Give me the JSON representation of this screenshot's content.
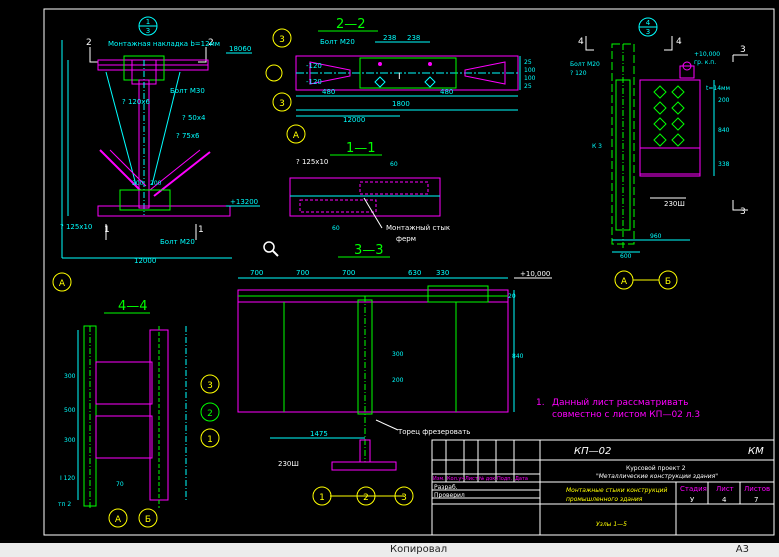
{
  "colors": {
    "background": "#000000",
    "frame": "#ffffff",
    "dimension": "#00ffff",
    "member": "#ff00ff",
    "plate": "#00ff00",
    "axis": "#ffff00",
    "text_magenta": "#ff00ff",
    "text_yellow": "#ffff00"
  },
  "views": {
    "node_left": {
      "marker_num": "1",
      "marker_den": "3",
      "cut_a": "2",
      "cut_b": "2",
      "cut_bottom_a": "1",
      "cut_bottom_b": "1",
      "label_plate": "Монтажная накладка b=12мм",
      "label_elev_top": "18060",
      "label_bolt_top": "Болт М30",
      "label_pipe1": "? 120х6",
      "label_pipe2": "? 50х4",
      "label_pipe3": "? 75х6",
      "label_angle": "? 125х10",
      "label_elev_bottom": "+13200",
      "label_bolt_bottom": "Болт М20",
      "dim_a": "200",
      "dim_b": "200",
      "span": "12000",
      "axis": "А"
    },
    "section_2_2": {
      "title": "2—2",
      "dim_top_1": "238",
      "dim_top_2": "238",
      "bolt": "Болт М20",
      "left_a": "-120",
      "left_b": "-120",
      "dim_right_1": "25",
      "dim_right_2": "100",
      "dim_right_3": "100",
      "dim_right_4": "25",
      "dim_mid_1": "480",
      "dim_mid_2": "480",
      "dim_bottom": "1800",
      "span": "12000",
      "axis_a": "3",
      "axis_b": "3",
      "axis_c": "А"
    },
    "section_1_1": {
      "title": "1—1",
      "label_angle": "? 125х10",
      "dim_top": "60",
      "dim_bottom": "60",
      "label_joint": "Монтажный стык",
      "label_joint2": "ферм"
    },
    "section_4_4_right": {
      "marker_num": "4",
      "marker_den": "3",
      "cut_a": "4",
      "cut_b": "4",
      "cut_c": "3",
      "cut_d": "3",
      "label_elev": "+10,000",
      "label_ref": "гр. к.п.",
      "label_bolt": "Болт М20",
      "label_t": "t=14мм",
      "label_pipe": "? 120",
      "dim_1": "200",
      "dim_2": "840",
      "dim_3": "338",
      "dim_4": "960",
      "dim_5": "600",
      "label_k": "К 3",
      "label_col": "230Ш",
      "axis_a": "А",
      "axis_b": "Б"
    },
    "section_3_3": {
      "title": "3—3",
      "dims": [
        "700",
        "700",
        "700",
        "630",
        "330"
      ],
      "label_elev": "+10,000",
      "dim_side_1": "20",
      "dim_side_2": "300",
      "dim_side_3": "200",
      "dim_side_4": "840",
      "dim_bottom": "1475",
      "label_end": "Торец фрезеровать",
      "label_col": "230Ш",
      "axes": [
        "1",
        "2",
        "3"
      ]
    },
    "section_4_4": {
      "title": "4—4",
      "dim_1": "300",
      "dim_2": "500",
      "dim_3": "300",
      "dim_4": "70",
      "label_pipe": "I 120",
      "label_col": "тп 2",
      "axes_v": [
        "3",
        "2",
        "1"
      ],
      "axes_h": [
        "А",
        "Б"
      ]
    }
  },
  "note": {
    "number": "1.",
    "line1": "Данный лист рассматривать",
    "line2": "совместно с листом КП—02 л.3"
  },
  "title_block": {
    "code": "КП—02",
    "code_right": "КМ",
    "project_line1": "Курсовой проект 2",
    "project_line2": "\"Металлические конструкции здания\"",
    "header_cells": [
      "Изм.",
      "Кол.уч",
      "Лист",
      "№ док.",
      "Подп.",
      "Дата"
    ],
    "role_1": "Разраб.",
    "role_2": "Проверил",
    "drawing_name_1": "Монтажные стыки конструкций",
    "drawing_name_2": "промышленного здания",
    "sheet_sub": "Узлы 1—5",
    "stage_label": "Стадия",
    "sheet_label": "Лист",
    "sheets_label": "Листов",
    "stage_val": "У",
    "sheet_val": "4",
    "sheets_val": "7"
  },
  "status_bar": {
    "mode": "Копировал",
    "sheet_format": "А3"
  }
}
